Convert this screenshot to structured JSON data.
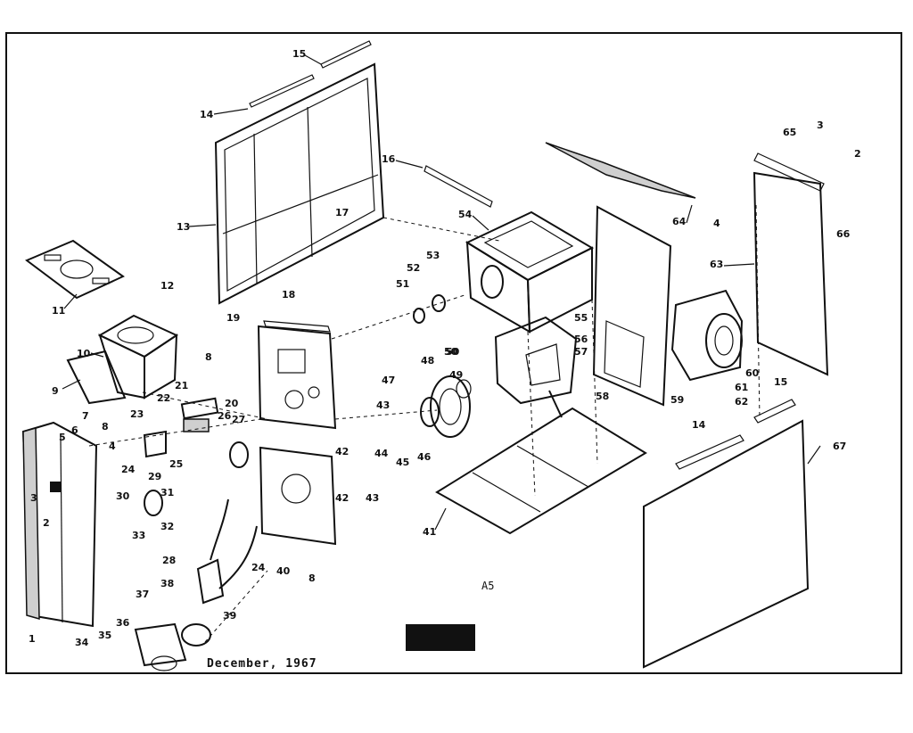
{
  "footer": {
    "date": "December, 1967",
    "ref": "A5"
  },
  "callouts": [
    "1",
    "2",
    "3",
    "4",
    "5",
    "6",
    "7",
    "8",
    "9",
    "10",
    "11",
    "12",
    "13",
    "14",
    "15",
    "16",
    "17",
    "18",
    "19",
    "20",
    "21",
    "22",
    "23",
    "24",
    "25",
    "26",
    "27",
    "28",
    "29",
    "30",
    "31",
    "32",
    "33",
    "34",
    "35",
    "36",
    "37",
    "38",
    "39",
    "40",
    "41",
    "42",
    "43",
    "44",
    "45",
    "46",
    "47",
    "48",
    "49",
    "50",
    "51",
    "52",
    "53",
    "54",
    "55",
    "56",
    "57",
    "58",
    "59",
    "60",
    "61",
    "62",
    "63",
    "64",
    "65",
    "66",
    "67"
  ]
}
